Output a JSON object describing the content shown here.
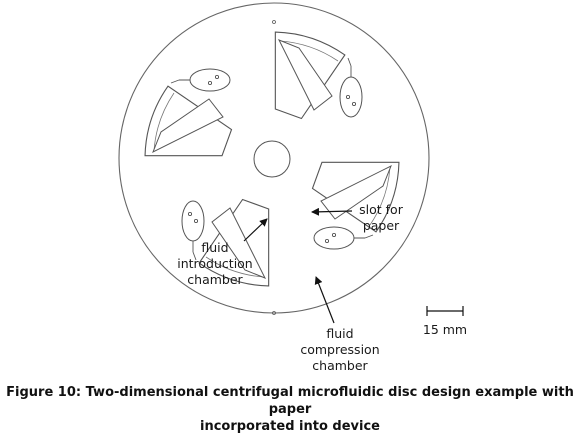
{
  "annotations": {
    "slot_line1": "slot for",
    "slot_line2": "paper",
    "intro_line1": "fluid",
    "intro_line2": "introduction",
    "intro_line3": "chamber",
    "comp_line1": "fluid",
    "comp_line2": "compression",
    "comp_line3": "chamber",
    "scale_label": "15 mm"
  },
  "caption": {
    "line1": "Figure 10: Two-dimensional centrifugal microfluidic disc design example with paper",
    "line2": "incorporated into device"
  }
}
